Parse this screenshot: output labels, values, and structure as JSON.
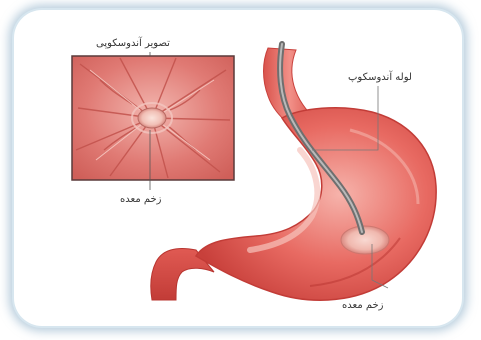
{
  "labels": {
    "endoscopy_image": "تصویر آندوسکوپی",
    "endoscope_tube": "لوله آندوسکوپ",
    "ulcer_inset": "زخم معده",
    "ulcer_stomach": "زخم معده"
  },
  "colors": {
    "stomach_fill": "#e4605a",
    "stomach_dark": "#c73e3a",
    "stomach_light": "#f3a7a0",
    "inset_bg": "#e07a74",
    "inset_border": "#5a3a3a",
    "tube_gray": "#8a8a8a",
    "frame_glow": "#7aa6c2"
  }
}
